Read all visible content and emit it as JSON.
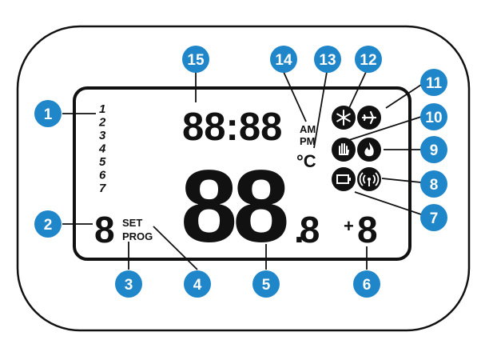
{
  "colors": {
    "callout": "#1f86c9",
    "outline": "#111111",
    "segment": "#111111",
    "background": "#ffffff",
    "icon_glyph": "#ffffff"
  },
  "display": {
    "day_numbers": [
      "1",
      "2",
      "3",
      "4",
      "5",
      "6",
      "7"
    ],
    "clock": "88:88",
    "am_label": "AM",
    "pm_label": "PM",
    "unit_label": "°C",
    "temperature": "88",
    "decimal": ".8",
    "offset_sign": "+",
    "offset_digit": "8",
    "program_digit": "8",
    "set_label": "SET",
    "prog_label": "PROG"
  },
  "icons": [
    {
      "id": "snowflake-icon",
      "callout": "12"
    },
    {
      "id": "airplane-icon",
      "callout": "11"
    },
    {
      "id": "hand-icon",
      "callout": "10"
    },
    {
      "id": "flame-icon",
      "callout": "9"
    },
    {
      "id": "battery-icon",
      "callout": "7"
    },
    {
      "id": "wireless-signal-icon",
      "callout": "8"
    }
  ],
  "callouts": [
    "1",
    "2",
    "3",
    "4",
    "5",
    "6",
    "7",
    "8",
    "9",
    "10",
    "11",
    "12",
    "13",
    "14",
    "15"
  ]
}
